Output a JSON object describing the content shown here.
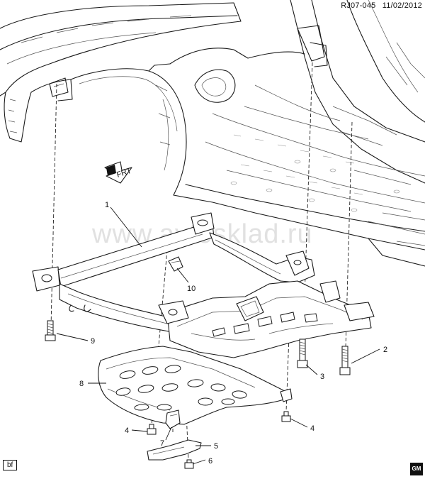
{
  "header": {
    "diagram_code": "RJ07-045",
    "date": "11/02/2012"
  },
  "watermark": "www.avtosklad.ru",
  "direction_label": "FRT",
  "callouts": {
    "c1": "1",
    "c2": "2",
    "c3": "3",
    "c4_left": "4",
    "c4_right": "4",
    "c5": "5",
    "c6": "6",
    "c7": "7",
    "c8": "8",
    "c9": "9",
    "c10": "10"
  },
  "footer": {
    "badge": "bf",
    "brand_logo": "GM"
  }
}
